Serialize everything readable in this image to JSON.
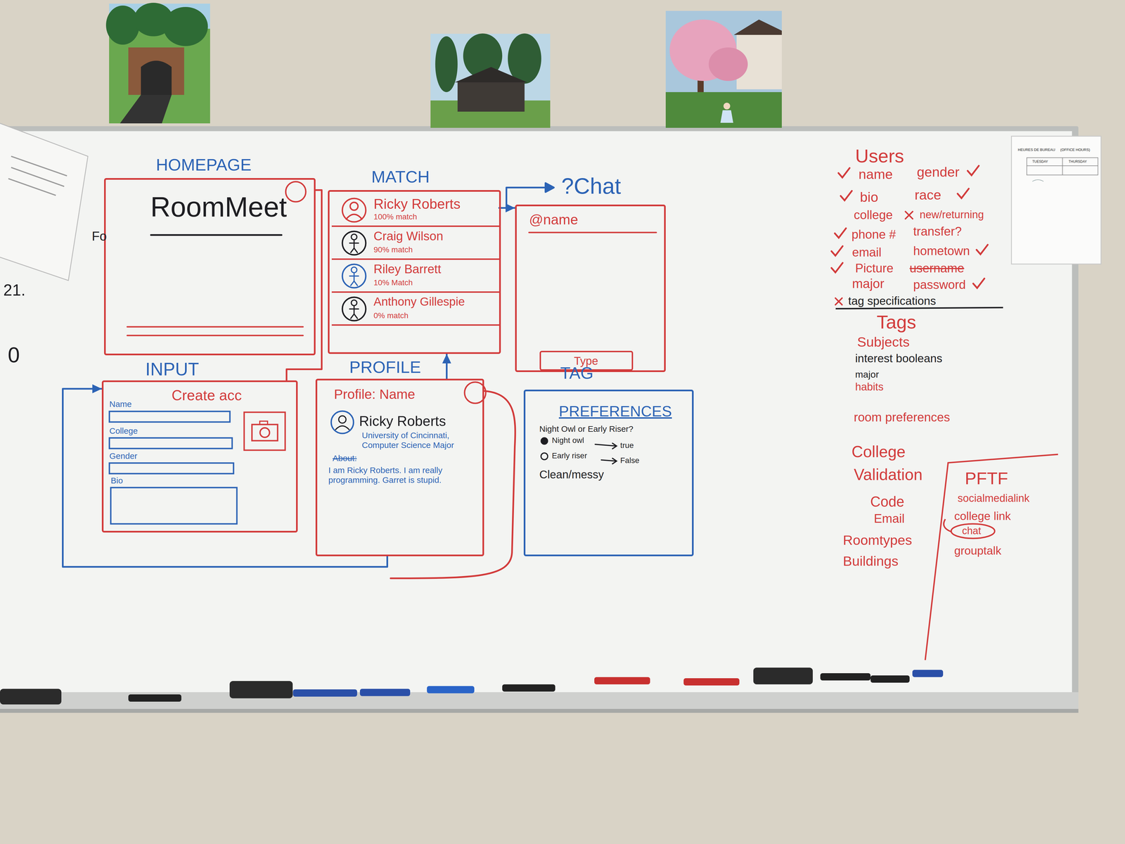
{
  "diagram": {
    "nodes": [
      {
        "text": [
          "HOMEPAGE",
          "RoomMeet"
        ]
      },
      {
        "text": [
          "MATCH"
        ]
      },
      {
        "text": [
          "Ricky Roberts",
          "100% match"
        ],
        "in": 1
      },
      {
        "text": [
          "Craig Wilson",
          "90% match"
        ],
        "in": 1
      },
      {
        "text": [
          "Riley Barrett",
          "10% Match"
        ],
        "in": 1
      },
      {
        "text": [
          "Anthony Gillespie",
          "0% match"
        ],
        "in": 1
      },
      {
        "text": [
          "?Chat",
          "@name"
        ]
      },
      {
        "text": [
          "Type"
        ],
        "in": 6
      },
      {
        "text": [
          "INPUT",
          "Create acc",
          "Name",
          "College",
          "Gender",
          "Bio"
        ]
      },
      {
        "text": [
          "PROFILE",
          "Profile: Name",
          "Ricky Roberts",
          "University of Cincinnati, Computer Science Major",
          "About:",
          "I am Ricky Roberts. I am really programming. Garret is stupid."
        ]
      },
      {
        "text": [
          "TAG",
          "PREFERENCES",
          "Night Owl or Early Riser?",
          "Night owl",
          "true",
          "Early riser",
          "False",
          "Clean/messy"
        ]
      }
    ],
    "edges": [
      {
        "from": 0,
        "to": 8,
        "arrow": "none"
      },
      {
        "from": 9,
        "to": 8,
        "arrow": "to"
      },
      {
        "from": 9,
        "to": 1,
        "arrow": "to"
      },
      {
        "from": 2,
        "to": 6,
        "arrow": "to"
      }
    ],
    "labels": [
      "Users",
      "name",
      "gender",
      "bio",
      "race",
      "college",
      "new/returning",
      "phone #",
      "transfer?",
      "email",
      "hometown",
      "Picture",
      "username",
      "major",
      "password",
      "tag specifications",
      "Tags",
      "Subjects",
      "interest booleans",
      "major",
      "habits",
      "room preferences",
      "College",
      "Validation",
      "Code",
      "Email",
      "Roomtypes",
      "Buildings",
      "PFTF",
      "socialmedialink",
      "college link",
      "chat",
      "grouptalk",
      "Fo",
      "21.",
      "0",
      "HEURES DE BUREAU",
      "(OFFICE HOURS)",
      "TUESDAY",
      "THURSDAY"
    ]
  }
}
